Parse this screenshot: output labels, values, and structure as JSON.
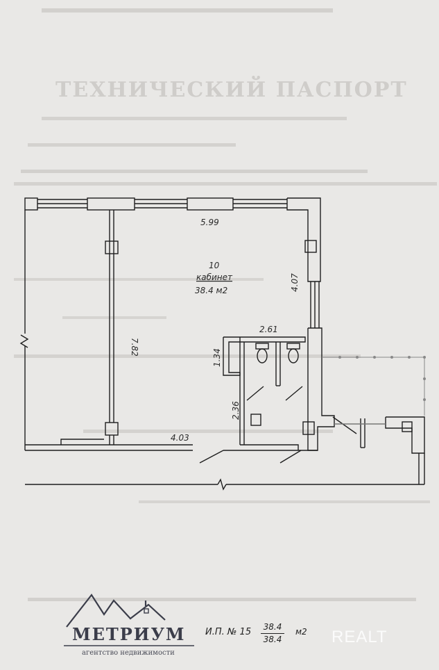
{
  "passport_title": "ТЕХНИЧЕСКИЙ ПАСПОРТ",
  "plan": {
    "room_number": "10",
    "room_name": "кабинет",
    "room_area": "38.4 м2",
    "dimensions": {
      "top_width": "5.99",
      "right_height": "4.07",
      "left_height": "7.82",
      "bottom_width": "4.03",
      "bath_width": "2.61",
      "bath_upper": "1.34",
      "bath_lower": "2.36"
    }
  },
  "footer": {
    "logo": "МЕТРИУМ",
    "logo_subtitle": "агентство недвижимости",
    "plan_id": "И.П. № 15",
    "area_numerator": "38.4",
    "area_denominator": "38.4",
    "area_unit": "м2",
    "watermark": "REALT"
  },
  "colors": {
    "line": "#1e1e1e",
    "paper": "#e9e8e6",
    "ghost": "#c9c7c4",
    "logo": "#3b3d4a"
  }
}
